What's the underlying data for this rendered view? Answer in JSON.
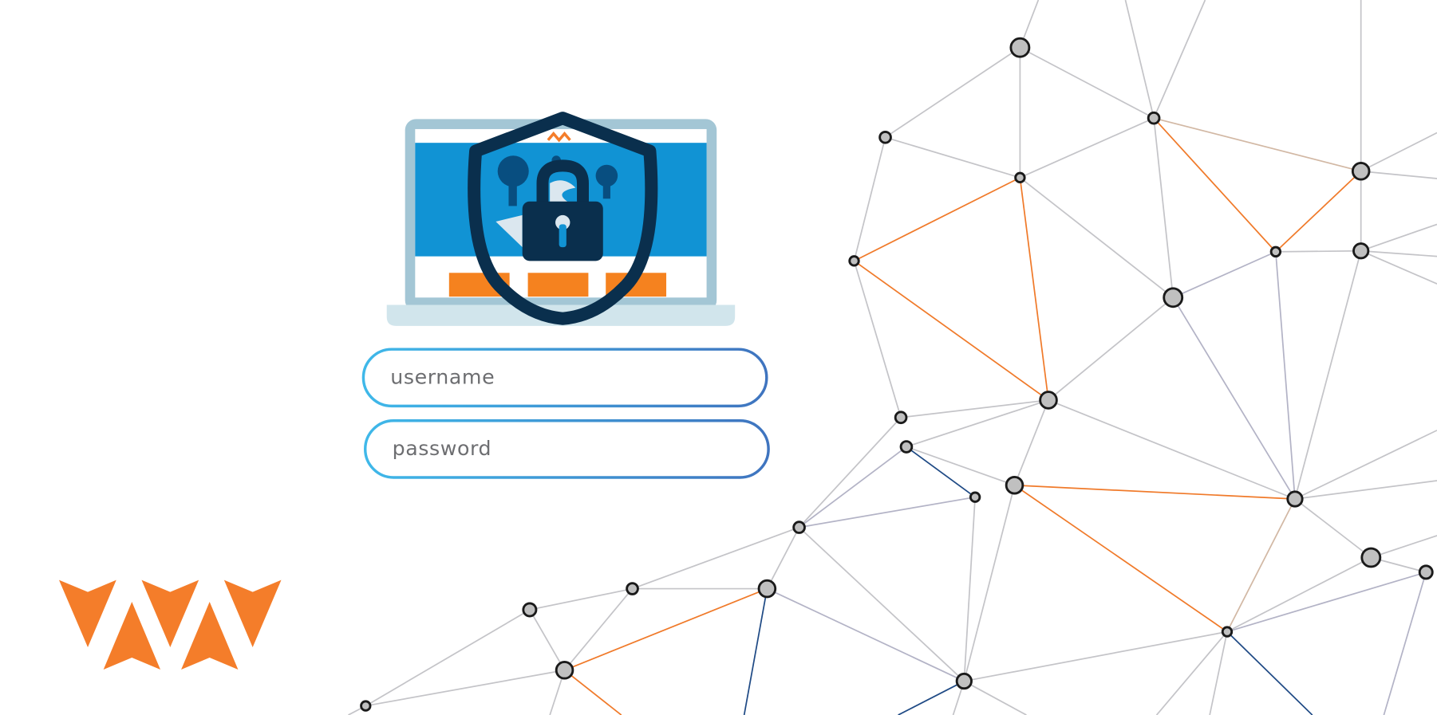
{
  "login_form": {
    "username_placeholder": "username",
    "password_placeholder": "password"
  },
  "colors": {
    "brand_orange": "#f47d2a",
    "navy": "#0a2f4d",
    "screen_blue": "#1193d4",
    "field_gradient_start": "#3fb8e9",
    "field_gradient_end": "#3f74bf",
    "network_gray": "#c4c4c8",
    "network_blue": "#1f4a85"
  },
  "icons": [
    "brand-logo",
    "laptop-icon",
    "shield-icon",
    "padlock-icon",
    "network-graphic"
  ]
}
